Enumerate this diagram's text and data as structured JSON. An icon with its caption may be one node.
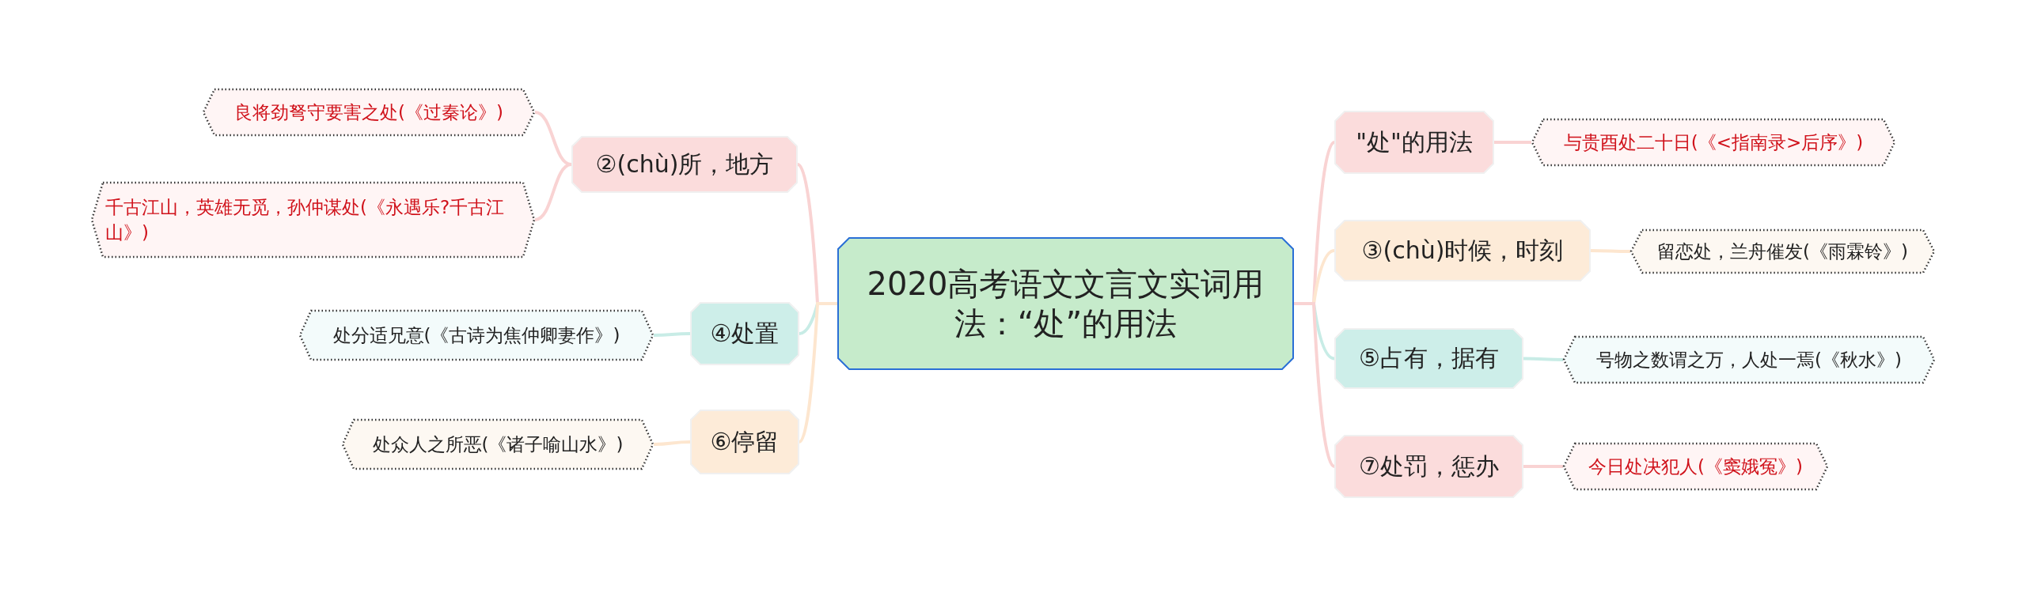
{
  "diagram": {
    "nodes": [
      {
        "text": [
          "2020高考语文文言文实词用法：“处”的用法"
        ]
      },
      {
        "text": [
          "②(chù)所，地方"
        ]
      },
      {
        "text": [
          "良将劲弩守要害之处(《过秦论》)"
        ]
      },
      {
        "text": [
          "千古江山，英雄无觅，孙仲谋处(《永遇乐?千古江山》)"
        ]
      },
      {
        "text": [
          "④处置"
        ]
      },
      {
        "text": [
          "处分适兄意(《古诗为焦仲卿妻作》)"
        ]
      },
      {
        "text": [
          "⑥停留"
        ]
      },
      {
        "text": [
          "处众人之所恶(《诸子喻山水》)"
        ]
      },
      {
        "text": [
          "\"处\"的用法"
        ]
      },
      {
        "text": [
          "与贵酉处二十日(《<指南录>后序》)"
        ]
      },
      {
        "text": [
          "③(chù)时候，时刻"
        ]
      },
      {
        "text": [
          "留恋处，兰舟催发(《雨霖铃》)"
        ]
      },
      {
        "text": [
          "⑤占有，据有"
        ]
      },
      {
        "text": [
          "号物之数谓之万，人处一焉(《秋水》)"
        ]
      },
      {
        "text": [
          "⑦处罚，惩办"
        ]
      },
      {
        "text": [
          "今日处决犯人(《窦娥冤》)"
        ]
      }
    ],
    "edges": [
      {
        "from": 0,
        "to": 1,
        "arrow": "none",
        "color": "#f9d3d3"
      },
      {
        "from": 1,
        "to": 2,
        "arrow": "none",
        "color": "#f9d3d3"
      },
      {
        "from": 1,
        "to": 3,
        "arrow": "none",
        "color": "#f9d3d3"
      },
      {
        "from": 0,
        "to": 4,
        "arrow": "none",
        "color": "#c8ece6"
      },
      {
        "from": 4,
        "to": 5,
        "arrow": "none",
        "color": "#c8ece6"
      },
      {
        "from": 0,
        "to": 6,
        "arrow": "none",
        "color": "#fde6cf"
      },
      {
        "from": 6,
        "to": 7,
        "arrow": "none",
        "color": "#fde6cf"
      },
      {
        "from": 0,
        "to": 8,
        "arrow": "none",
        "color": "#f9d3d3"
      },
      {
        "from": 8,
        "to": 9,
        "arrow": "none",
        "color": "#f9d3d3"
      },
      {
        "from": 0,
        "to": 10,
        "arrow": "none",
        "color": "#fde6cf"
      },
      {
        "from": 10,
        "to": 11,
        "arrow": "none",
        "color": "#fde6cf"
      },
      {
        "from": 0,
        "to": 12,
        "arrow": "none",
        "color": "#c8ece6"
      },
      {
        "from": 12,
        "to": 13,
        "arrow": "none",
        "color": "#c8ece6"
      },
      {
        "from": 0,
        "to": 14,
        "arrow": "none",
        "color": "#f9d3d3"
      },
      {
        "from": 14,
        "to": 15,
        "arrow": "none",
        "color": "#f9d3d3"
      }
    ]
  }
}
